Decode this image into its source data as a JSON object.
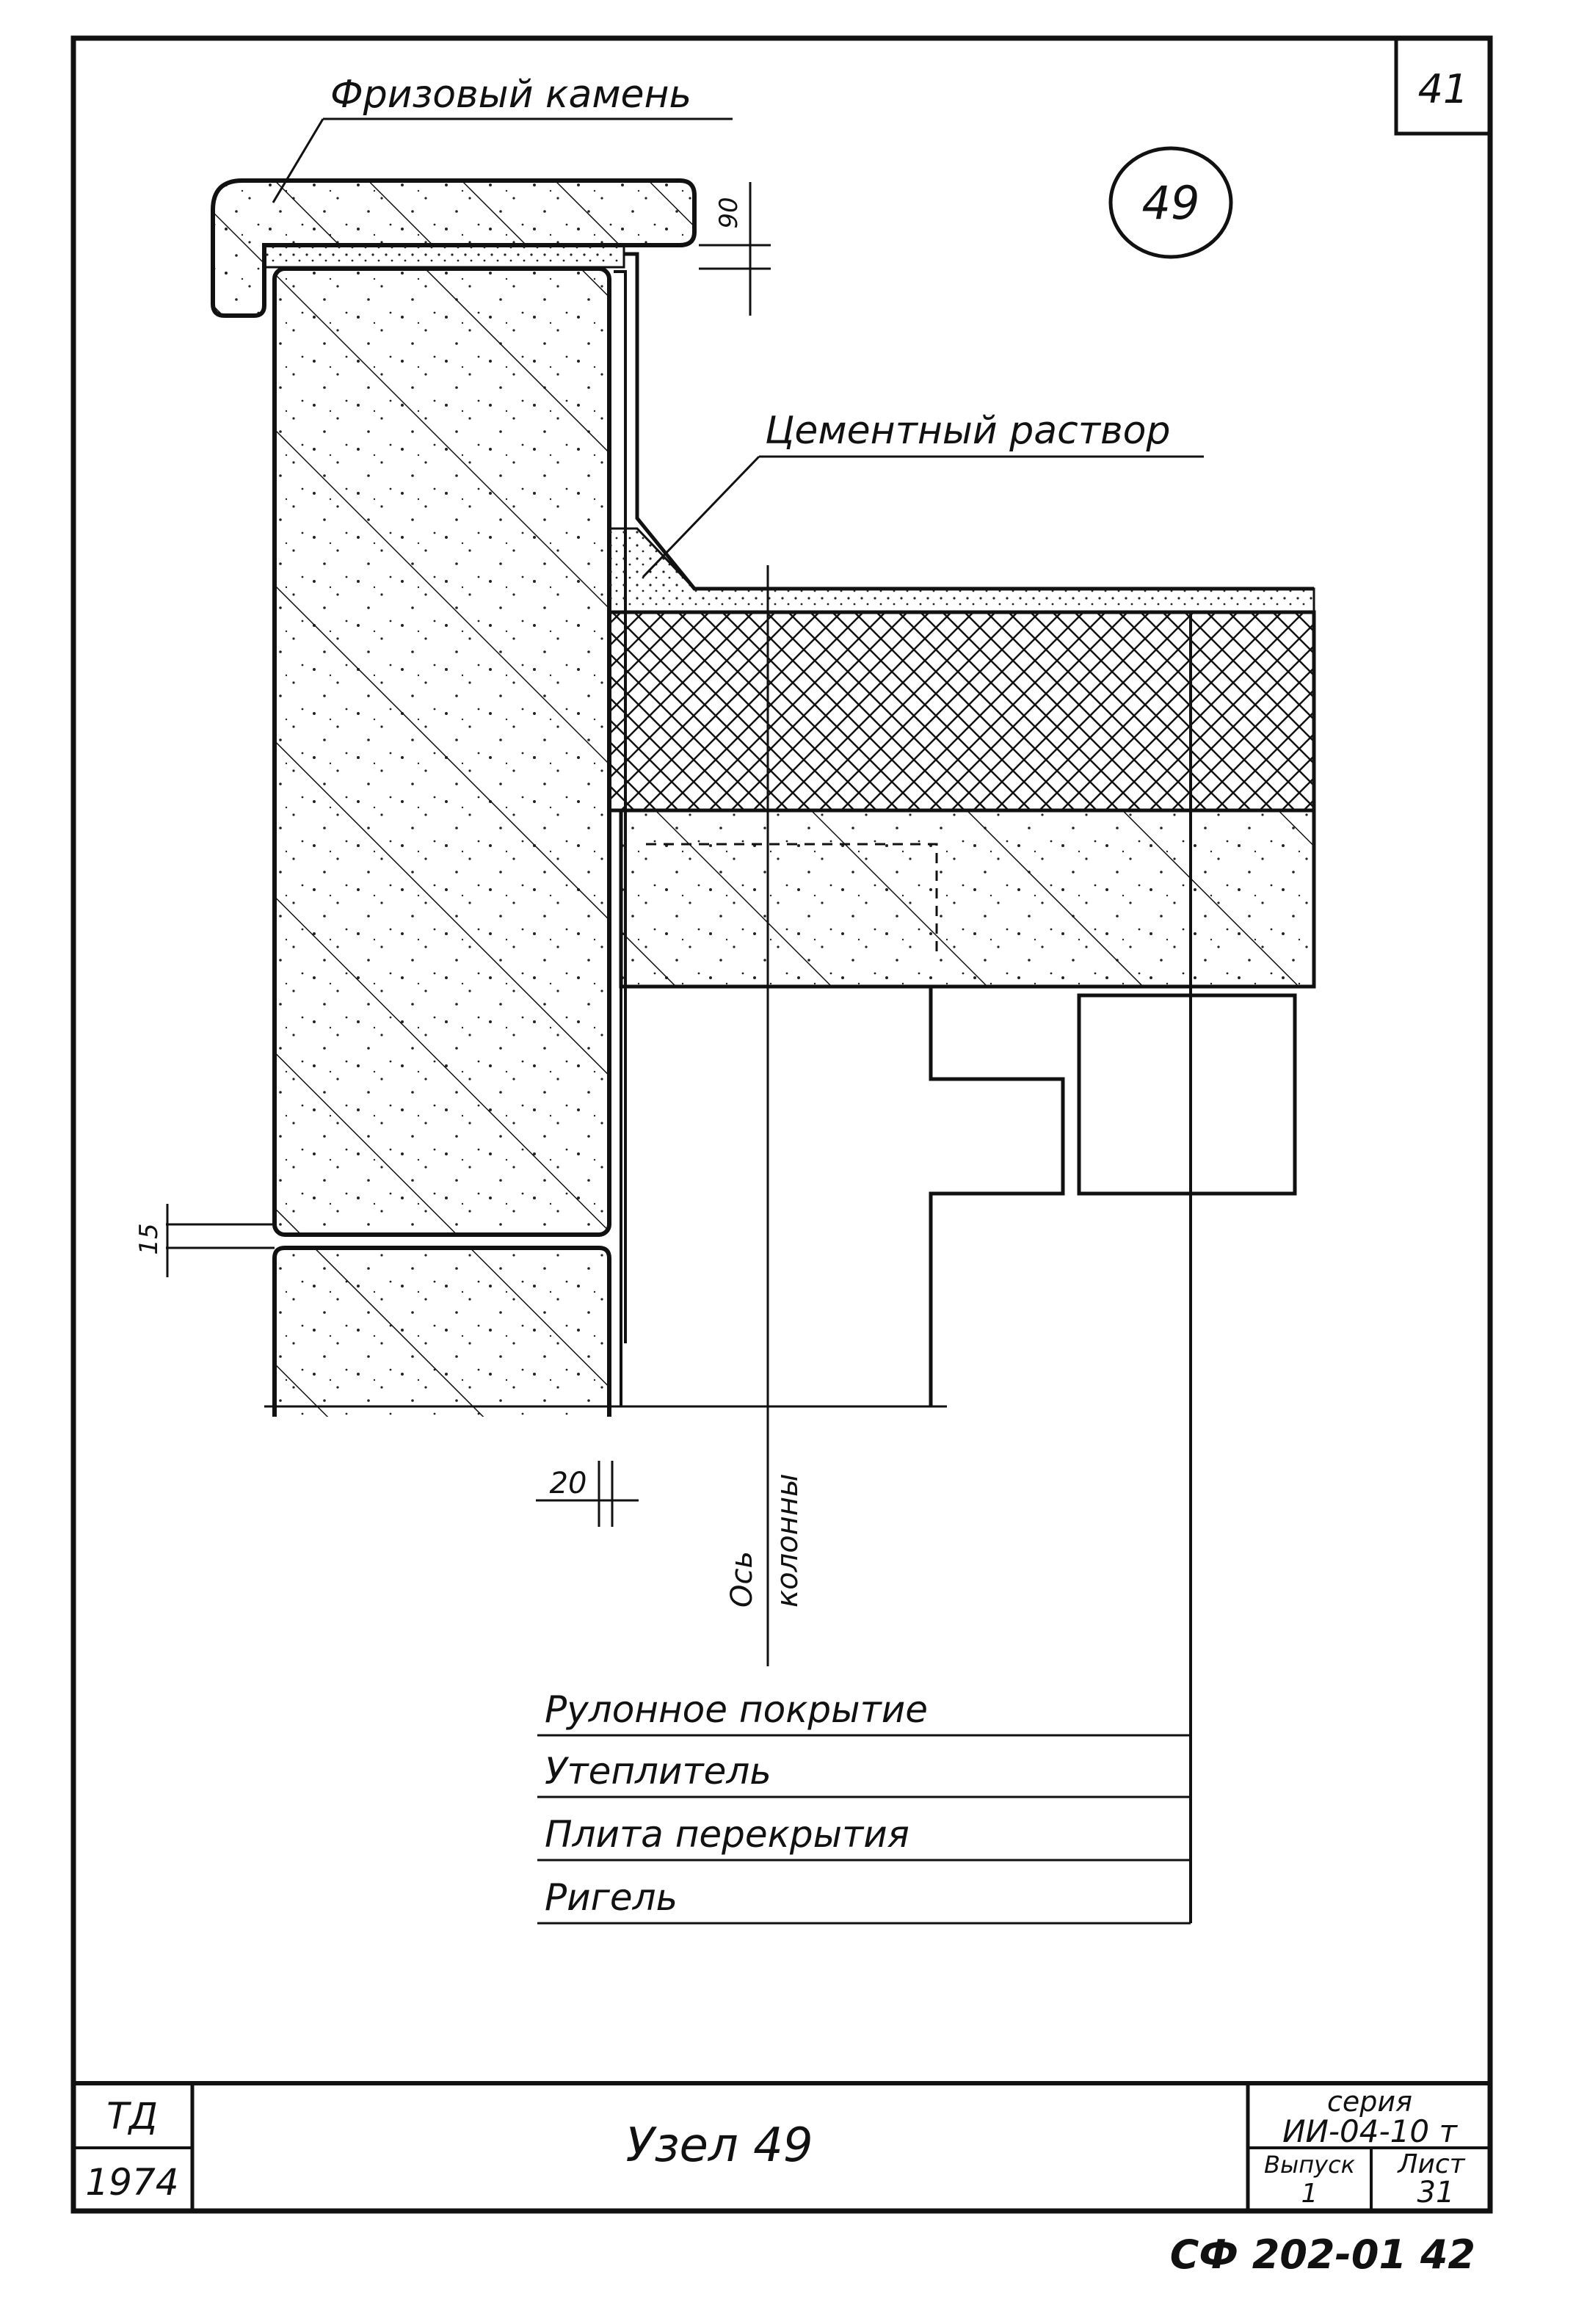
{
  "sheet": {
    "page_number": "41",
    "node_circle": "49"
  },
  "callouts": {
    "frieze_stone": "Фризовый камень",
    "cement_mortar": "Цементный раствор"
  },
  "dimensions": {
    "stone_thickness": "90",
    "joint_gap": "15",
    "wall_offset": "20"
  },
  "axis_label": {
    "line1": "Ось",
    "line2": "колонны"
  },
  "layers": [
    "Рулонное покрытие",
    "Утеплитель",
    "Плита перекрытия",
    "Ригель"
  ],
  "title_block": {
    "org": "ТД",
    "year": "1974",
    "title": "Узел 49",
    "series_label": "серия",
    "series_value": "ИИ-04-10 т",
    "issue_label": "Выпуск",
    "issue_value": "1",
    "sheet_label": "Лист",
    "sheet_value": "31"
  },
  "doc_code": "СФ 202-01 42"
}
